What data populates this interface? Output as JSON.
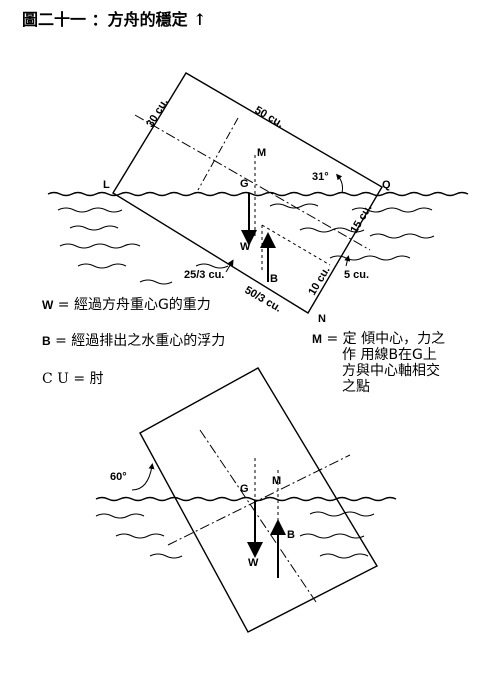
{
  "title": "圖二十一 ：方舟的穩定 ↑",
  "legend": {
    "w_key": "W",
    "w_text": "= 經過方舟重心G的重力",
    "b_key": "B",
    "b_text": "= 經過排出之水重心的浮力",
    "cu_text": "C U = 肘",
    "m_key": "M",
    "m_line1": "= 定 傾中心，力之",
    "m_line2": "作 用線B在G上",
    "m_line3": "方與中心軸相交",
    "m_line4": "之點"
  },
  "diagram1": {
    "dim_width": "30 cu.",
    "dim_length_top": "50 cu.",
    "dim_length_bottom": "50/3 cu.",
    "dim_depth_right": "15 cu.",
    "dim_draft_right": "10 cu.",
    "dim_five": "5 cu.",
    "dim_waterline_left": "25/3 cu.",
    "angle": "31°",
    "label_L": "L",
    "label_G": "G",
    "label_M": "M",
    "label_Q": "Q",
    "label_N": "N",
    "label_W": "W",
    "label_B": "B"
  },
  "diagram2": {
    "angle": "60°",
    "label_G": "G",
    "label_M": "M",
    "label_W": "W",
    "label_B": "B"
  }
}
